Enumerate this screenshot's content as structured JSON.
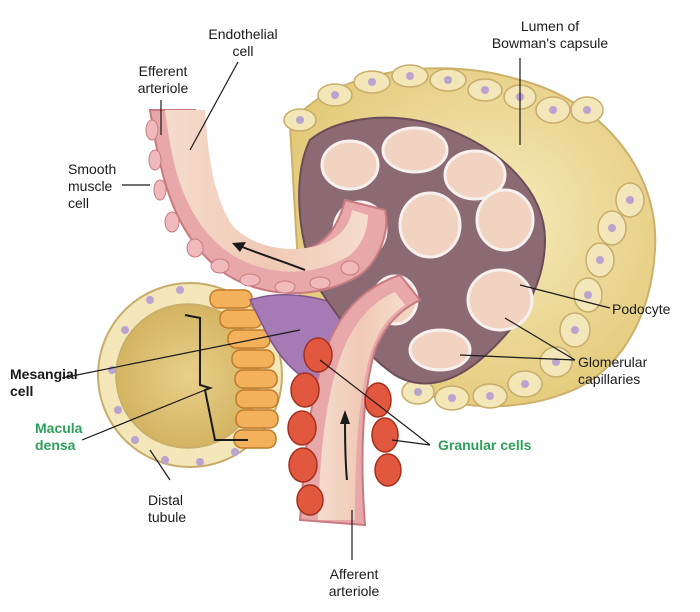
{
  "labels": {
    "endothelial_cell": "Endothelial\ncell",
    "efferent_arteriole": "Efferent\narteriole",
    "lumen_bowman": "Lumen of\nBowman's capsule",
    "smooth_muscle": "Smooth\nmuscle\ncell",
    "podocyte": "Podocyte",
    "glomerular_capillaries": "Glomerular\ncapillaries",
    "mesangial_cell": "Mesangial\ncell",
    "macula_densa": "Macula\ndensa",
    "granular_cells": "Granular cells",
    "distal_tubule": "Distal\ntubule",
    "afferent_arteriole": "Afferent\narteriole"
  },
  "colors": {
    "bowman_capsule": "#e9d58f",
    "capsule_cells": "#f3e6b8",
    "vessel_wall": "#e8a7a8",
    "vessel_lumen": "#f2d3c2",
    "mesangial": "#a67ab5",
    "glomerulus_tissue": "#8c6a74",
    "granular": "#e2583f",
    "macula_densa_cells": "#f2b15a",
    "tubule_lumen": "#dcc172",
    "highlight_green": "#2e9e5b"
  }
}
